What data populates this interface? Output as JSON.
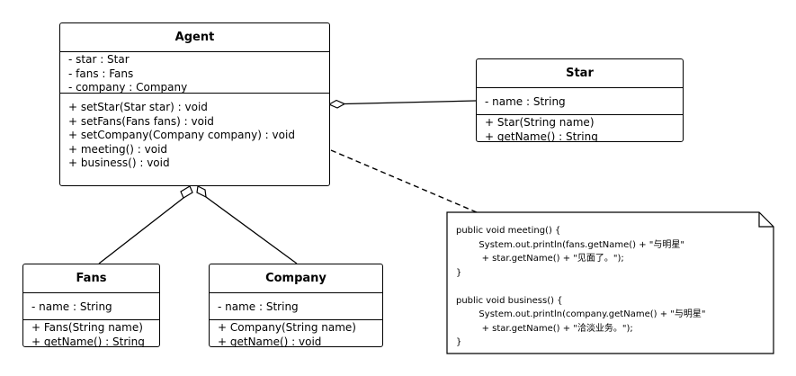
{
  "classes": {
    "agent": {
      "name": "Agent",
      "attributes": [
        "- star : Star",
        "- fans : Fans",
        "- company : Company"
      ],
      "methods": [
        "+ setStar(Star star) : void",
        "+ setFans(Fans fans) : void",
        "+ setCompany(Company company) : void",
        "+ meeting() : void",
        "+ business() : void"
      ]
    },
    "star": {
      "name": "Star",
      "attributes": [
        "- name : String"
      ],
      "methods": [
        "+ Star(String name)",
        "+ getName() : String"
      ]
    },
    "fans": {
      "name": "Fans",
      "attributes": [
        "- name : String"
      ],
      "methods": [
        "+ Fans(String name)",
        "+ getName() : String"
      ]
    },
    "company": {
      "name": "Company",
      "attributes": [
        "- name : String"
      ],
      "methods": [
        "+ Company(String name)",
        "+ getName() : void"
      ]
    }
  },
  "note": {
    "lines": [
      "public void meeting() {",
      "        System.out.println(fans.getName() + \"与明星\"",
      "         + star.getName() + \"见面了。\");",
      "}",
      "",
      "public void business() {",
      "        System.out.println(company.getName() + \"与明星\"",
      "         + star.getName() + \"洽淡业务。\");",
      "}"
    ]
  }
}
